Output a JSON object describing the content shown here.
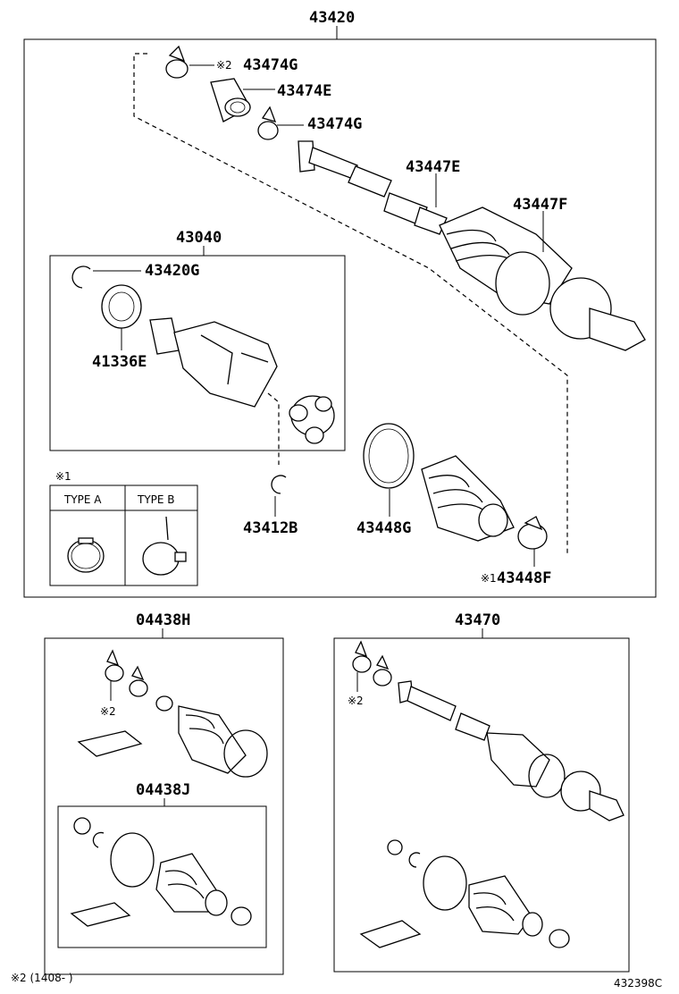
{
  "labels": {
    "main_assembly": "43420",
    "clamp_top": "43474G",
    "clamp_top_note": "※2",
    "boot_small": "43474E",
    "clamp_mid": "43474G",
    "shaft": "43447E",
    "boot_outer": "43447F",
    "inner_joint_kit": "43040",
    "snap_ring": "43420G",
    "bearing": "41336E",
    "snap_ring_b": "43412B",
    "boot_band": "43448G",
    "clamp_note": "※1",
    "clamp_bottom": "43448F",
    "type_header": "※1",
    "type_a": "TYPE A",
    "type_b": "TYPE B",
    "kit_left": "04438H",
    "kit_left_inner": "04438J",
    "kit_left_note": "※2",
    "assembly_right": "43470",
    "assembly_right_note": "※2",
    "footnote": "※2 (1408-      )",
    "figure_code": "432398C"
  },
  "colors": {
    "line": "#000000",
    "background": "#ffffff"
  }
}
